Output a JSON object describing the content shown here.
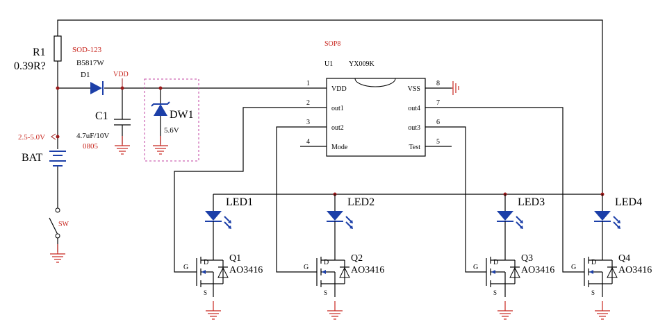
{
  "battery": {
    "label": "BAT",
    "voltage": "2.5-5.0V"
  },
  "resistor": {
    "ref": "R1",
    "value": "0.39R?"
  },
  "diode": {
    "package": "SOD-123",
    "part": "B5817W",
    "ref": "D1"
  },
  "vdd_net": "VDD",
  "capacitor": {
    "ref": "C1",
    "value": "4.7uF/10V",
    "package": "0805"
  },
  "zener": {
    "ref": "DW1",
    "value": "5.6V"
  },
  "ic": {
    "package": "SOP8",
    "ref": "U1",
    "part": "YX009K",
    "pins_left": [
      {
        "num": "1",
        "name": "VDD"
      },
      {
        "num": "2",
        "name": "out1"
      },
      {
        "num": "3",
        "name": "out2"
      },
      {
        "num": "4",
        "name": "Mode"
      }
    ],
    "pins_right": [
      {
        "num": "8",
        "name": "VSS"
      },
      {
        "num": "7",
        "name": "out4"
      },
      {
        "num": "6",
        "name": "out3"
      },
      {
        "num": "5",
        "name": "Test"
      }
    ]
  },
  "switch": {
    "label": "SW"
  },
  "leds": [
    "LED1",
    "LED2",
    "LED3",
    "LED4"
  ],
  "mosfets": [
    {
      "ref": "Q1",
      "part": "AO3416"
    },
    {
      "ref": "Q2",
      "part": "AO3416"
    },
    {
      "ref": "Q3",
      "part": "AO3416"
    },
    {
      "ref": "Q4",
      "part": "AO3416"
    }
  ],
  "mosfet_pins": {
    "gate": "G",
    "drain": "D",
    "source": "S"
  }
}
